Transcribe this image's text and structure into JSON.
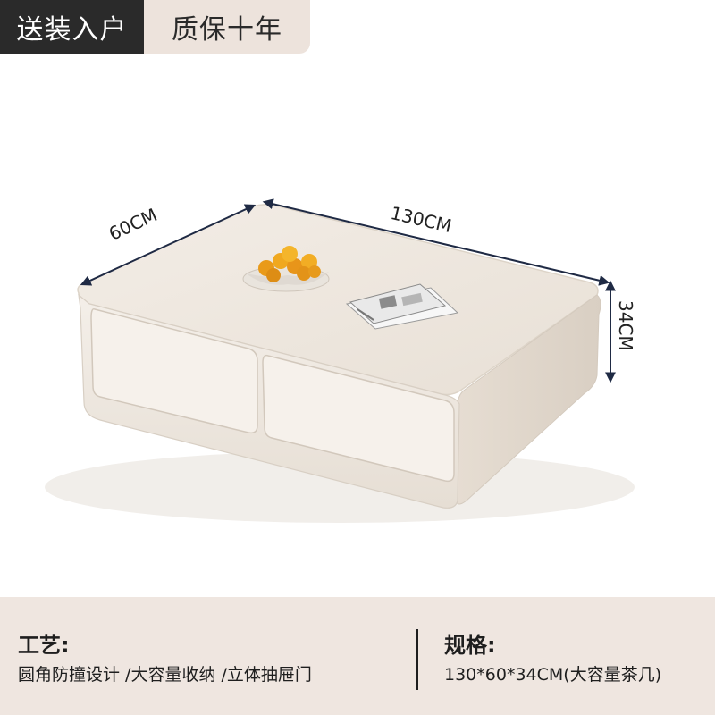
{
  "badges": {
    "delivery": "送装入户",
    "warranty": "质保十年"
  },
  "dimensions": {
    "width": "60CM",
    "length": "130CM",
    "height": "34CM"
  },
  "footer": {
    "craft_heading": "工艺:",
    "craft_text": "圆角防撞设计 /大容量收纳 /立体抽屉门",
    "spec_heading": "规格:",
    "spec_text": "130*60*34CM(大容量茶几)"
  },
  "colors": {
    "dark_badge": "#2a2a2a",
    "light_badge": "#ede3dc",
    "footer_bg": "#efe6e0",
    "table_cream": "#f1ebe3",
    "arrow": "#1f2a44"
  }
}
